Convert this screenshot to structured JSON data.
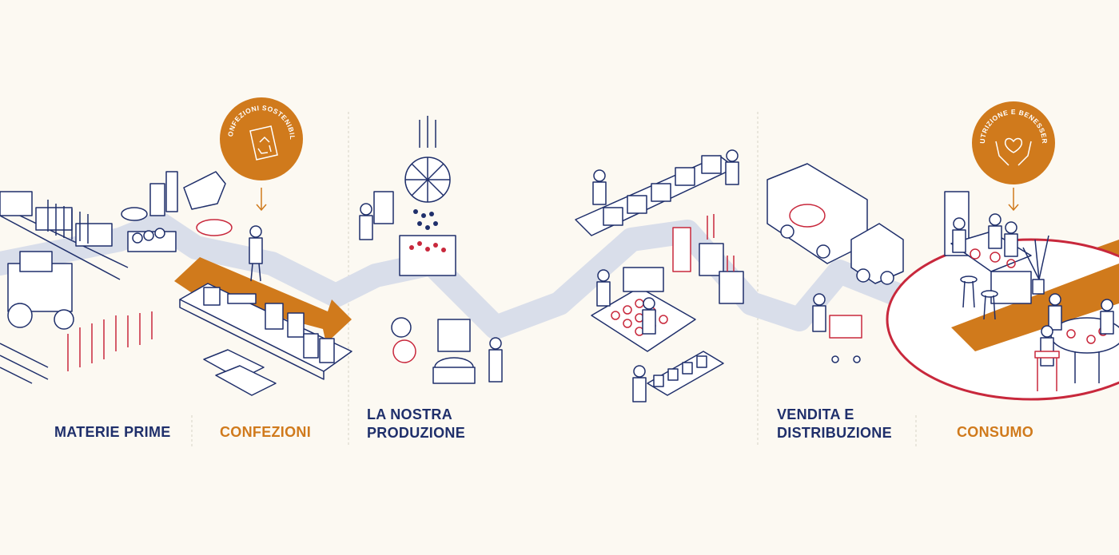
{
  "stages": [
    {
      "label": "MATERIE PRIME",
      "color": "#1f2f6b"
    },
    {
      "label": "CONFEZIONI",
      "color": "#d07a1c"
    },
    {
      "label_line1": "LA NOSTRA",
      "label_line2": "PRODUZIONE",
      "color": "#1f2f6b"
    },
    {
      "label_line1": "VENDITA E",
      "label_line2": "DISTRIBUZIONE",
      "color": "#1f2f6b"
    },
    {
      "label": "CONSUMO",
      "color": "#d07a1c"
    }
  ],
  "badges": [
    {
      "text": "CONFEZIONI SOSTENIBILI",
      "icon": "recycle-icon"
    },
    {
      "text": "NUTRIZIONE E BENESSERE",
      "icon": "hands-heart-icon"
    }
  ],
  "colors": {
    "navy": "#1f2f6b",
    "orange": "#d07a1c",
    "red": "#c8283c",
    "path": "#d9deea",
    "background": "#fcf9f2"
  }
}
